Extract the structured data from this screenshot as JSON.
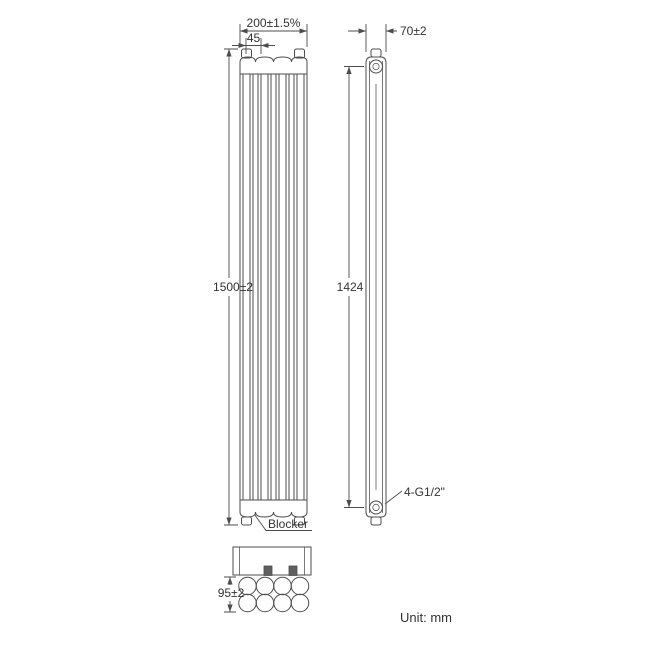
{
  "drawing": {
    "title_semantic": "column-radiator-technical-drawing",
    "unit_note": "Unit: mm",
    "front_view": {
      "width_dim": "200±1.5%",
      "spacing_dim": "45",
      "height_dim": "1500±2",
      "blocker_label": "Blocker"
    },
    "side_view": {
      "depth_dim": "70±2",
      "center_height_dim": "1424",
      "thread_label": "4-G1/2\""
    },
    "top_view": {
      "depth_dim": "95±2"
    },
    "colors": {
      "line": "#4d4d4d",
      "text": "#333333",
      "background": "#ffffff"
    }
  }
}
